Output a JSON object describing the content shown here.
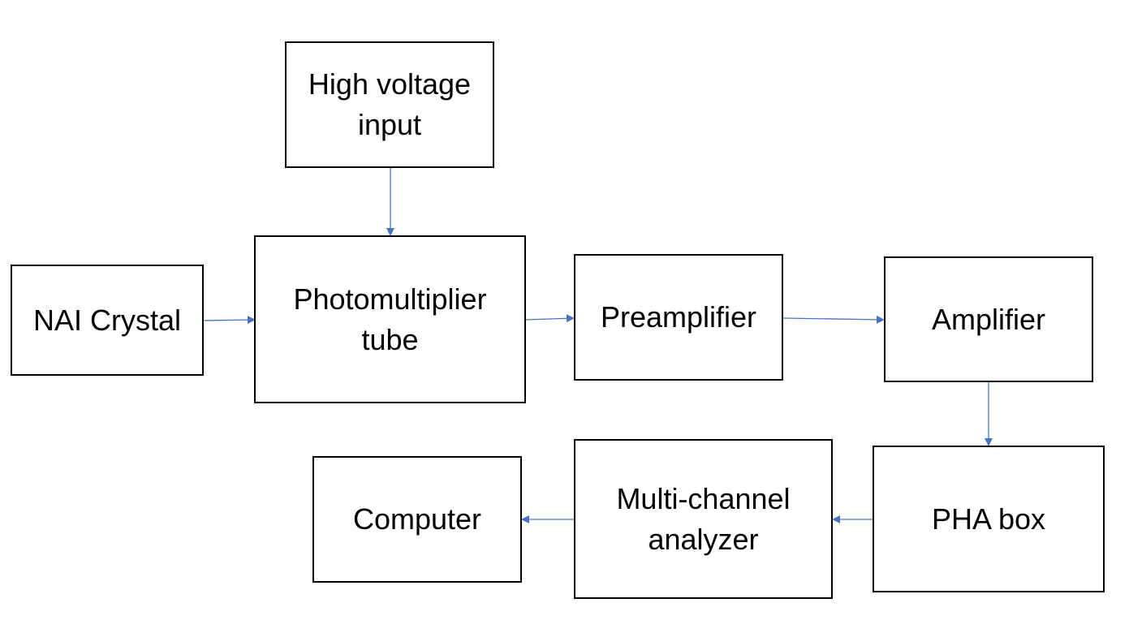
{
  "diagram": {
    "arrow_color": "#4472C4",
    "nodes": [
      {
        "id": "high-voltage-input",
        "lines": [
          "High voltage",
          "input"
        ]
      },
      {
        "id": "nai-crystal",
        "lines": [
          "NAI Crystal"
        ]
      },
      {
        "id": "photomultiplier-tube",
        "lines": [
          "Photomultiplier",
          "tube"
        ]
      },
      {
        "id": "preamplifier",
        "lines": [
          "Preamplifier"
        ]
      },
      {
        "id": "amplifier",
        "lines": [
          "Amplifier"
        ]
      },
      {
        "id": "pha-box",
        "lines": [
          "PHA box"
        ]
      },
      {
        "id": "multi-channel-analyzer",
        "lines": [
          "Multi-channel",
          "analyzer"
        ]
      },
      {
        "id": "computer",
        "lines": [
          "Computer"
        ]
      }
    ],
    "edges": [
      {
        "from": "high-voltage-input",
        "to": "photomultiplier-tube"
      },
      {
        "from": "nai-crystal",
        "to": "photomultiplier-tube"
      },
      {
        "from": "photomultiplier-tube",
        "to": "preamplifier"
      },
      {
        "from": "preamplifier",
        "to": "amplifier"
      },
      {
        "from": "amplifier",
        "to": "pha-box"
      },
      {
        "from": "pha-box",
        "to": "multi-channel-analyzer"
      },
      {
        "from": "multi-channel-analyzer",
        "to": "computer"
      }
    ]
  }
}
